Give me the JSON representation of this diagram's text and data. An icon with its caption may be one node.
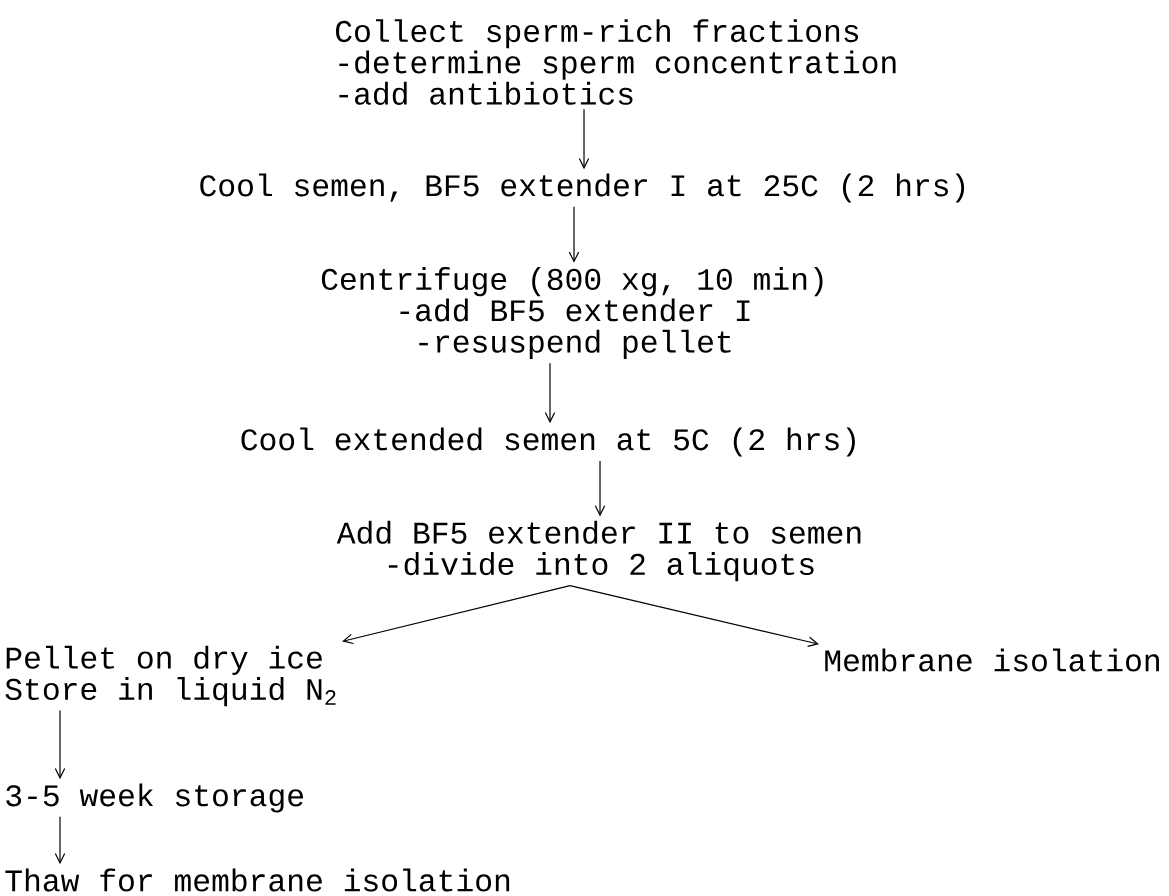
{
  "diagram": {
    "nodes": [
      {
        "text": [
          "Collect sperm-rich fractions",
          "-determine sperm concentration",
          "-add antibiotics"
        ]
      },
      {
        "text": [
          "Cool semen, BF5 extender I at 25C (2 hrs)"
        ]
      },
      {
        "text": [
          "Centrifuge (800 xg, 10 min)",
          "-add BF5 extender I",
          "-resuspend pellet"
        ]
      },
      {
        "text": [
          "Cool extended semen at 5C (2 hrs)"
        ]
      },
      {
        "text": [
          "Add BF5 extender II to semen",
          "-divide into 2 aliquots"
        ]
      },
      {
        "text": [
          "Pellet on dry ice",
          "Store in liquid N$_{2}$"
        ]
      },
      {
        "text": [
          "Membrane isolation"
        ]
      },
      {
        "text": [
          "3-5 week storage"
        ]
      },
      {
        "text": [
          "Thaw for membrane isolation"
        ]
      }
    ],
    "edges": [
      {
        "from": 0,
        "to": 1,
        "arrow": "to"
      },
      {
        "from": 1,
        "to": 2,
        "arrow": "to"
      },
      {
        "from": 2,
        "to": 3,
        "arrow": "to"
      },
      {
        "from": 3,
        "to": 4,
        "arrow": "to"
      },
      {
        "from": 4,
        "to": 5,
        "arrow": "to"
      },
      {
        "from": 4,
        "to": 6,
        "arrow": "to"
      },
      {
        "from": 5,
        "to": 7,
        "arrow": "to"
      },
      {
        "from": 7,
        "to": 8,
        "arrow": "to"
      }
    ]
  }
}
